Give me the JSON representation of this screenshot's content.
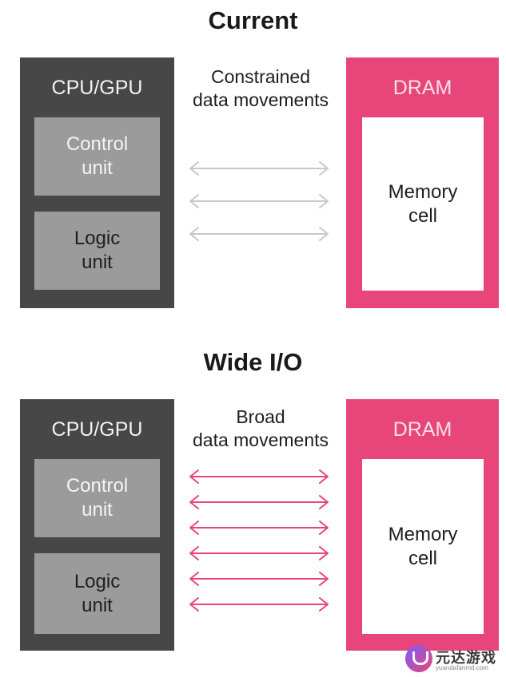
{
  "panels": [
    {
      "title": "Current",
      "cpu": {
        "label": "CPU/GPU",
        "control": "Control\nunit",
        "logic": "Logic\nunit"
      },
      "dram": {
        "label": "DRAM",
        "cell": "Memory\ncell"
      },
      "caption": "Constrained\ndata movements",
      "arrow_count": 3,
      "arrow_color": "#c8c8c8"
    },
    {
      "title": "Wide I/O",
      "cpu": {
        "label": "CPU/GPU",
        "control": "Control\nunit",
        "logic": "Logic\nunit"
      },
      "dram": {
        "label": "DRAM",
        "cell": "Memory\ncell"
      },
      "caption": "Broad\ndata movements",
      "arrow_count": 6,
      "arrow_color": "#e8467a"
    }
  ],
  "watermark": {
    "text": "元达游戏",
    "subtext": "yuandafanmd.com"
  },
  "colors": {
    "cpu": "#474747",
    "unit": "#9b9b9b",
    "dram": "#e8467a"
  }
}
